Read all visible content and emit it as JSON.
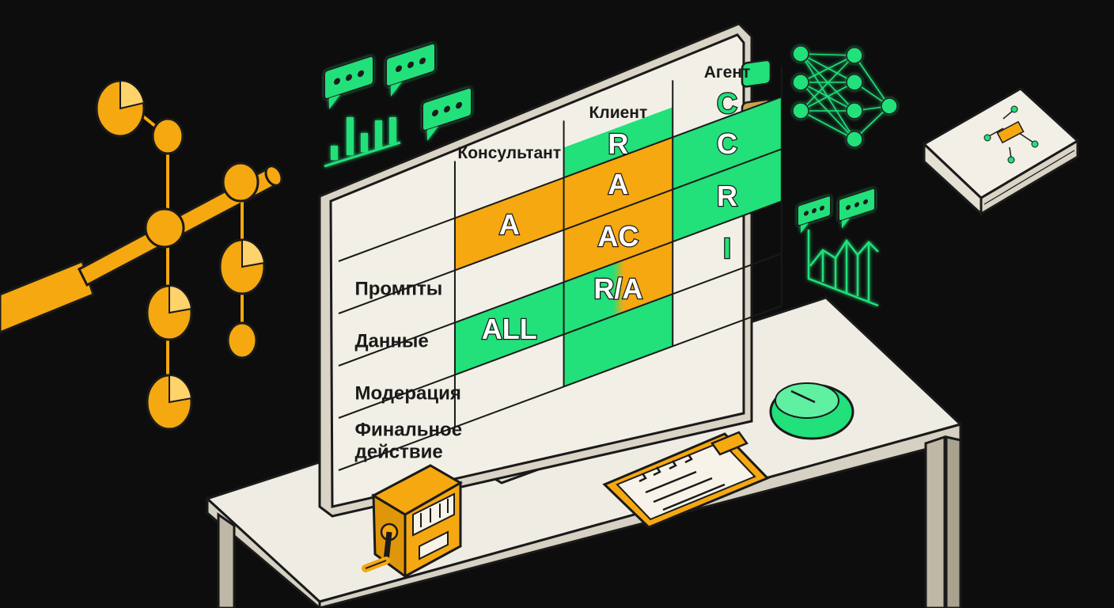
{
  "matrix": {
    "columns": [
      "Консультант",
      "Клиент",
      "Агент"
    ],
    "rows": [
      {
        "label_lines": [
          "Промпты"
        ],
        "cells": [
          {
            "text": "A",
            "fill": "orange"
          },
          {
            "text": "A",
            "fill": "orange"
          },
          {
            "text": "C",
            "fill": "green"
          }
        ]
      },
      {
        "label_lines": [
          "Данные"
        ],
        "cells": [
          {
            "text": "",
            "fill": "none"
          },
          {
            "text": "AC",
            "fill": "orange"
          },
          {
            "text": "R",
            "fill": "green"
          }
        ]
      },
      {
        "label_lines": [
          "Модерация"
        ],
        "cells": [
          {
            "text": "ALL",
            "fill": "green"
          },
          {
            "text": "R/A",
            "fill": "mixed"
          },
          {
            "text": "I",
            "fill": "none"
          }
        ]
      },
      {
        "label_lines": [
          "Финальное",
          "действие"
        ],
        "cells": [
          {
            "text": "",
            "fill": "none"
          },
          {
            "text": "",
            "fill": "green"
          },
          {
            "text": "",
            "fill": "none"
          }
        ]
      }
    ],
    "header_extras": [
      {
        "text": "",
        "fill": "none"
      },
      {
        "text": "R",
        "fill": "green"
      },
      {
        "text": "C",
        "fill": "none"
      }
    ]
  },
  "colors": {
    "background": "#0d0d0d",
    "orange": "#f5a810",
    "green": "#22e07a",
    "screen": "#f2efe6",
    "desk": "#efece3",
    "outline": "#1a1a1a"
  },
  "icons": [
    "pie-chart-icon",
    "chat-bubble-icon",
    "bar-chart-icon",
    "neural-network-icon",
    "book-icon",
    "line-chart-icon",
    "computer-mouse-icon",
    "clipboard-checklist-icon",
    "ticket-machine-icon"
  ]
}
